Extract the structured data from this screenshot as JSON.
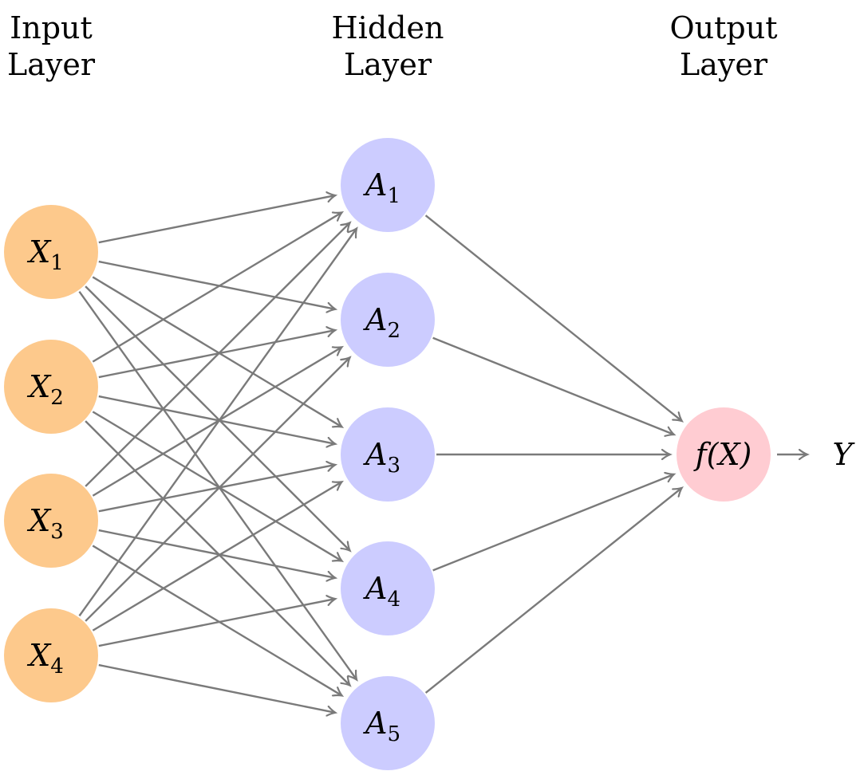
{
  "layers": [
    {
      "id": "input",
      "title_lines": [
        "Input",
        "Layer"
      ],
      "color": "#FDC98C",
      "nodes": [
        {
          "id": "X1",
          "var": "X",
          "sub": "1"
        },
        {
          "id": "X2",
          "var": "X",
          "sub": "2"
        },
        {
          "id": "X3",
          "var": "X",
          "sub": "3"
        },
        {
          "id": "X4",
          "var": "X",
          "sub": "4"
        }
      ]
    },
    {
      "id": "hidden",
      "title_lines": [
        "Hidden",
        "Layer"
      ],
      "color": "#CCCCFF",
      "nodes": [
        {
          "id": "A1",
          "var": "A",
          "sub": "1"
        },
        {
          "id": "A2",
          "var": "A",
          "sub": "2"
        },
        {
          "id": "A3",
          "var": "A",
          "sub": "3"
        },
        {
          "id": "A4",
          "var": "A",
          "sub": "4"
        },
        {
          "id": "A5",
          "var": "A",
          "sub": "5"
        }
      ]
    },
    {
      "id": "output",
      "title_lines": [
        "Output",
        "Layer"
      ],
      "color": "#FFCCD2",
      "nodes": [
        {
          "id": "fX",
          "var": "f(X)",
          "sub": ""
        }
      ]
    }
  ],
  "connections": "fully-connected",
  "final_output": {
    "label": "Y"
  },
  "edge_color": "#7A7A7A"
}
